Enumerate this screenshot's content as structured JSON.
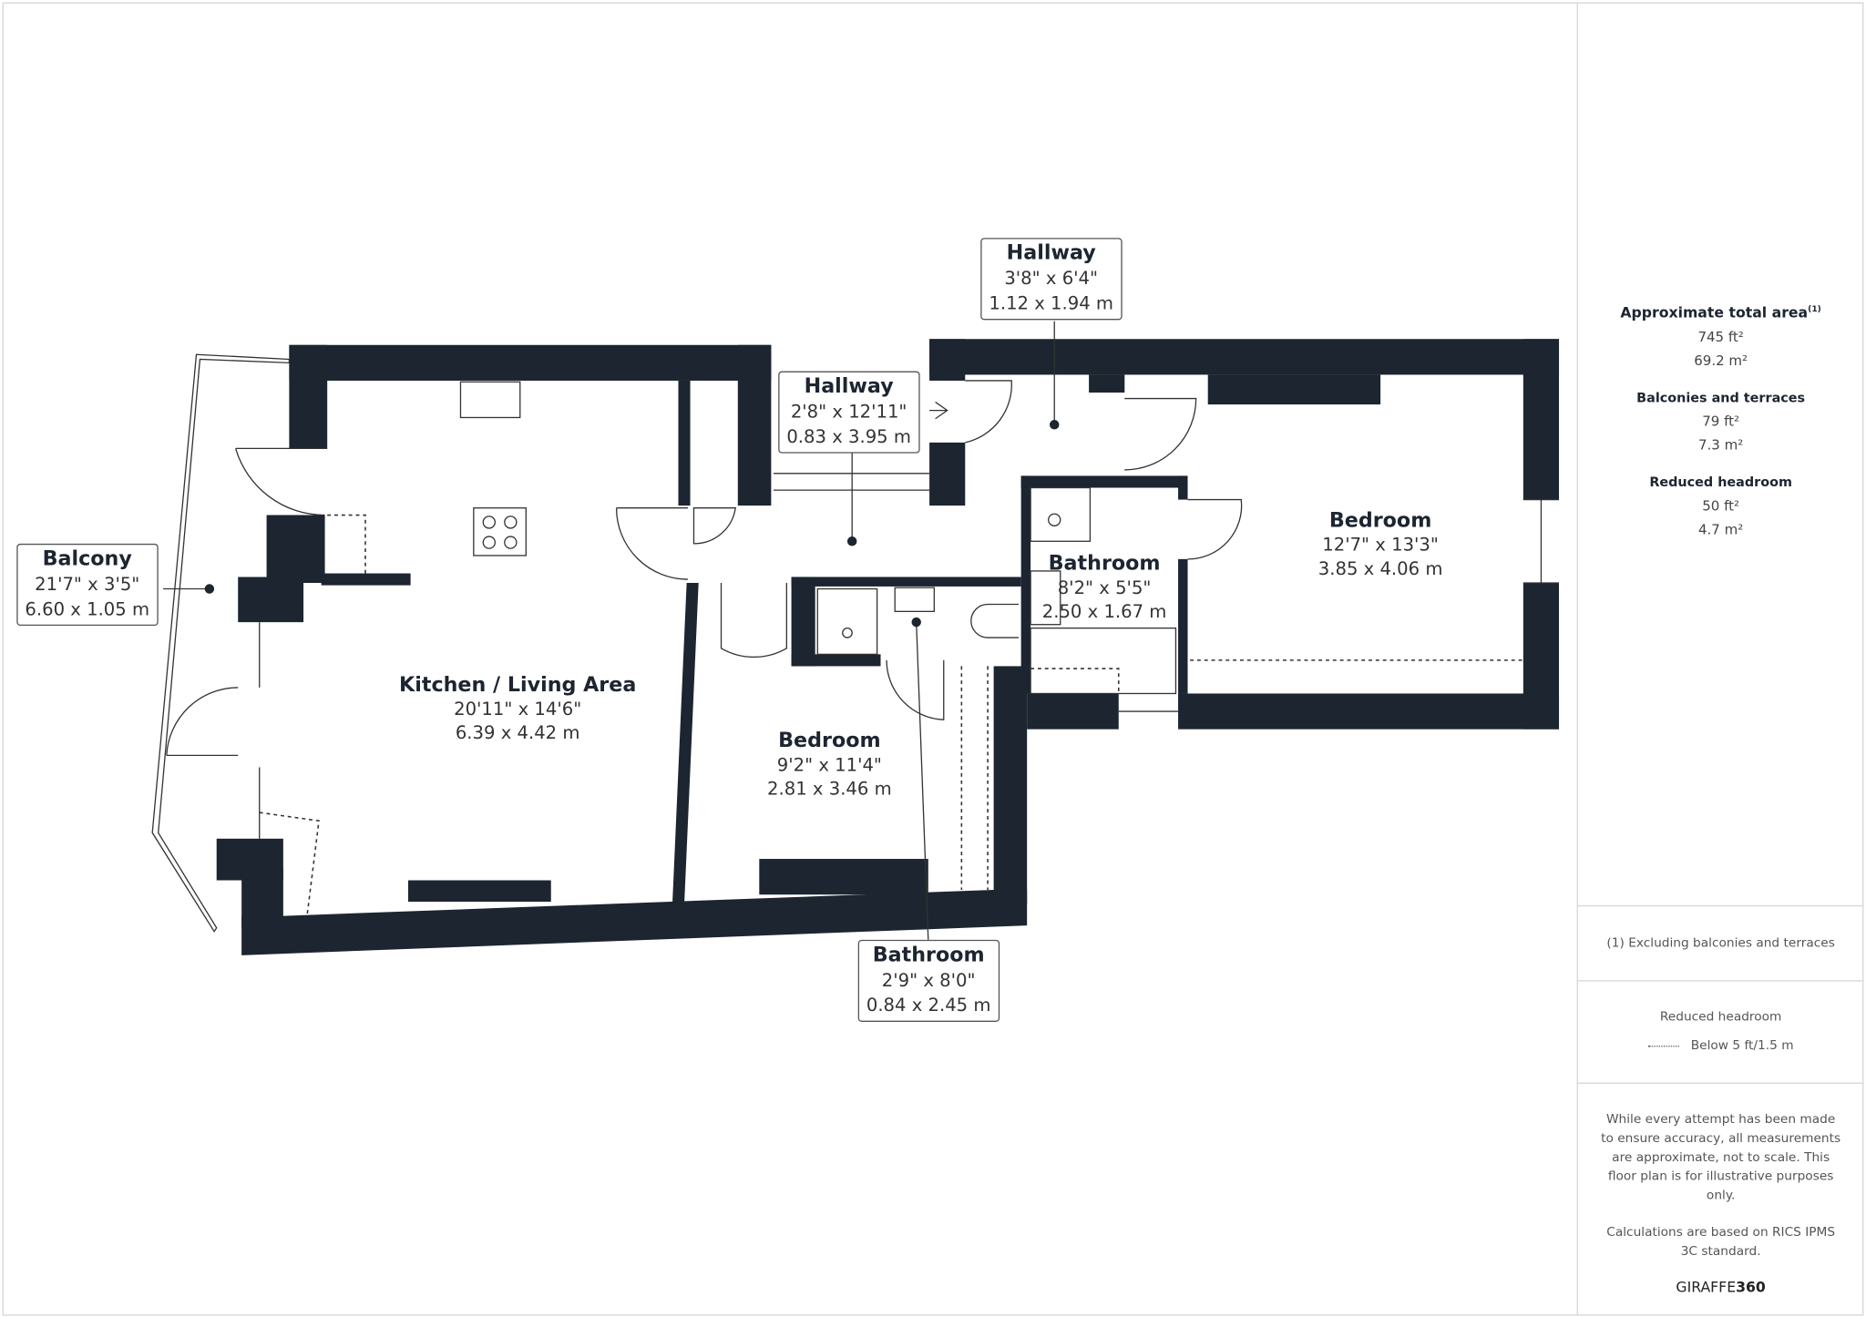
{
  "colors": {
    "wall": "#1c2530",
    "line": "#333333",
    "panel_text": "#444444"
  },
  "rooms": [
    {
      "name": "Kitchen / Living Area",
      "imperial": "20'11\" x 14'6\"",
      "metric": "6.39 x 4.42 m"
    },
    {
      "name": "Bedroom",
      "imperial": "9'2\" x 11'4\"",
      "metric": "2.81 x 3.46 m"
    },
    {
      "name": "Bedroom",
      "imperial": "12'7\" x 13'3\"",
      "metric": "3.85 x 4.06 m"
    },
    {
      "name": "Bathroom",
      "imperial": "8'2\" x 5'5\"",
      "metric": "2.50 x 1.67 m"
    },
    {
      "name": "Hallway",
      "imperial": "2'8\" x 12'11\"",
      "metric": "0.83 x 3.95 m"
    },
    {
      "name": "Hallway",
      "imperial": "3'8\" x 6'4\"",
      "metric": "1.12 x 1.94 m"
    },
    {
      "name": "Balcony",
      "imperial": "21'7\" x 3'5\"",
      "metric": "6.60 x 1.05 m"
    },
    {
      "name": "Bathroom",
      "imperial": "2'9\" x 8'0\"",
      "metric": "0.84 x 2.45 m"
    }
  ],
  "panel": {
    "total_title": "Approximate total area",
    "total_sup": "(1)",
    "total_ft": "745 ft²",
    "total_m": "69.2 m²",
    "balc_title": "Balconies and terraces",
    "balc_ft": "79 ft²",
    "balc_m": "7.3 m²",
    "rh_title": "Reduced headroom",
    "rh_ft": "50 ft²",
    "rh_m": "4.7 m²",
    "footnote": "(1) Excluding balconies and terraces",
    "legend_title": "Reduced headroom",
    "legend_item": "Below 5 ft/1.5 m",
    "disclaimer": "While every attempt has been made to ensure accuracy, all measurements are approximate, not to scale. This floor plan is for illustrative purposes only.",
    "calc": "Calculations are based on RICS IPMS 3C standard.",
    "logo_a": "GIRAFFE",
    "logo_b": "360"
  }
}
